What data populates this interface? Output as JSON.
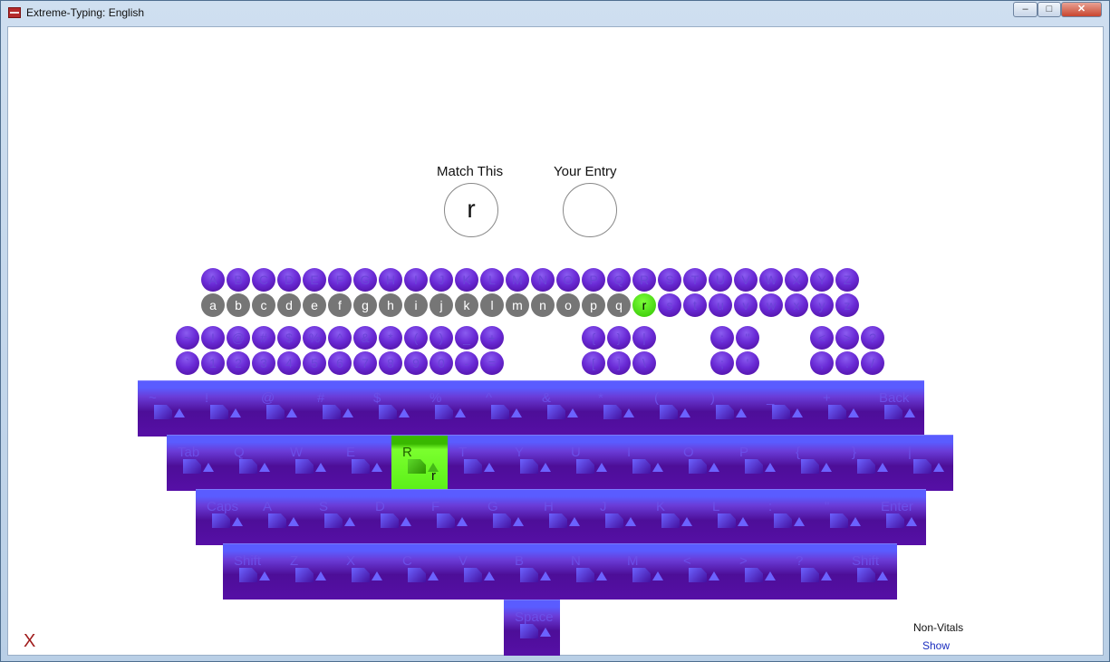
{
  "window": {
    "title": "Extreme-Typing: English",
    "minimize": "–",
    "maximize": "□",
    "close": "✕"
  },
  "match": {
    "label": "Match This",
    "value": "r"
  },
  "entry": {
    "label": "Your Entry",
    "value": ""
  },
  "upper_letters": [
    "A",
    "B",
    "C",
    "D",
    "E",
    "F",
    "G",
    "H",
    "I",
    "J",
    "K",
    "L",
    "M",
    "N",
    "O",
    "P",
    "Q",
    "R",
    "S",
    "T",
    "U",
    "V",
    "W",
    "X",
    "Y",
    "Z"
  ],
  "lower_letters": [
    "a",
    "b",
    "c",
    "d",
    "e",
    "f",
    "g",
    "h",
    "i",
    "j",
    "k",
    "l",
    "m",
    "n",
    "o",
    "p",
    "q",
    "r",
    "s",
    "t",
    "u",
    "v",
    "w",
    "x",
    "y",
    "z"
  ],
  "learned_count": 17,
  "current_letter_index": 17,
  "symbol_row_top": [
    "~",
    "!",
    "@",
    "#",
    "$",
    "%",
    "^",
    "&",
    "*",
    "(",
    ")",
    "_",
    "+"
  ],
  "symbol_row_bottom": [
    "`",
    "1",
    "2",
    "3",
    "4",
    "5",
    "6",
    "7",
    "8",
    "9",
    "0",
    "-",
    "="
  ],
  "bracket_top": [
    "{",
    "}",
    "|"
  ],
  "bracket_bottom": [
    "[",
    "]",
    "\\"
  ],
  "colon_top": [
    ":",
    "\""
  ],
  "colon_bottom": [
    ";",
    "'"
  ],
  "angle_top": [
    "<",
    ">",
    "?"
  ],
  "angle_bottom": [
    ",",
    ".",
    "/"
  ],
  "keyboard": {
    "row1": [
      "~",
      "!",
      "@",
      "#",
      "$",
      "%",
      "^",
      "&",
      "*",
      "(",
      ")",
      "_",
      "+",
      "Back"
    ],
    "row2": [
      "Tab",
      "Q",
      "W",
      "E",
      "R",
      "T",
      "Y",
      "U",
      "I",
      "O",
      "P",
      "{",
      "}",
      "|"
    ],
    "row3": [
      "Caps",
      "A",
      "S",
      "D",
      "F",
      "G",
      "H",
      "J",
      "K",
      "L",
      ":",
      "\"",
      "Enter"
    ],
    "row4": [
      "Shift",
      "Z",
      "X",
      "C",
      "V",
      "B",
      "N",
      "M",
      "<",
      ">",
      "?",
      "Shift"
    ],
    "row5": [
      "Space"
    ],
    "highlighted_key": "R",
    "highlighted_sub": "r"
  },
  "footer": {
    "nonvitals": "Non-Vitals",
    "show": "Show",
    "exit": "X"
  }
}
